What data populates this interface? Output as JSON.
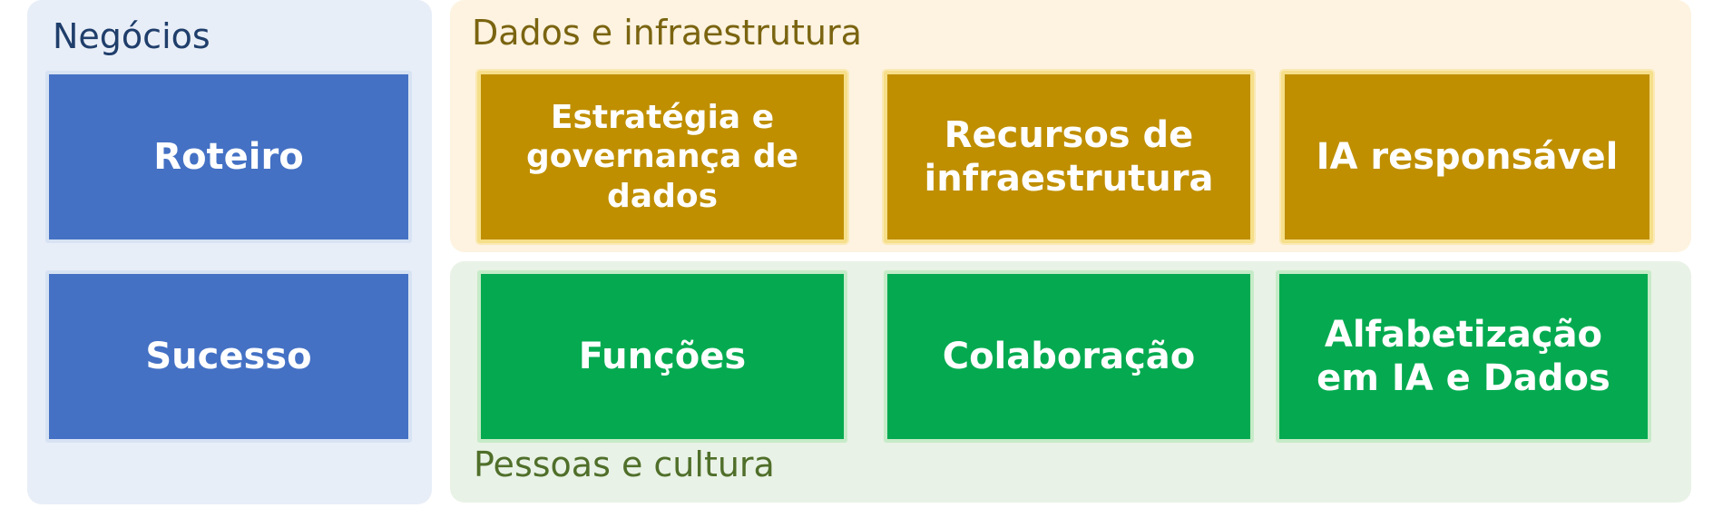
{
  "groups": {
    "business": {
      "title": "Negócios",
      "color": "#4471c4",
      "items": [
        {
          "label": "Roteiro"
        },
        {
          "label": "Sucesso"
        }
      ]
    },
    "data": {
      "title": "Dados e infraestrutura",
      "color": "#bf8f00",
      "items": [
        {
          "label": "Estratégia e\ngovernança de dados"
        },
        {
          "label": "Recursos de\ninfraestrutura"
        },
        {
          "label": "IA responsável"
        }
      ]
    },
    "people": {
      "title": "Pessoas e cultura",
      "color": "#05aa50",
      "items": [
        {
          "label": "Funções"
        },
        {
          "label": "Colaboração"
        },
        {
          "label": "Alfabetização\nem IA e Dados"
        }
      ]
    }
  }
}
